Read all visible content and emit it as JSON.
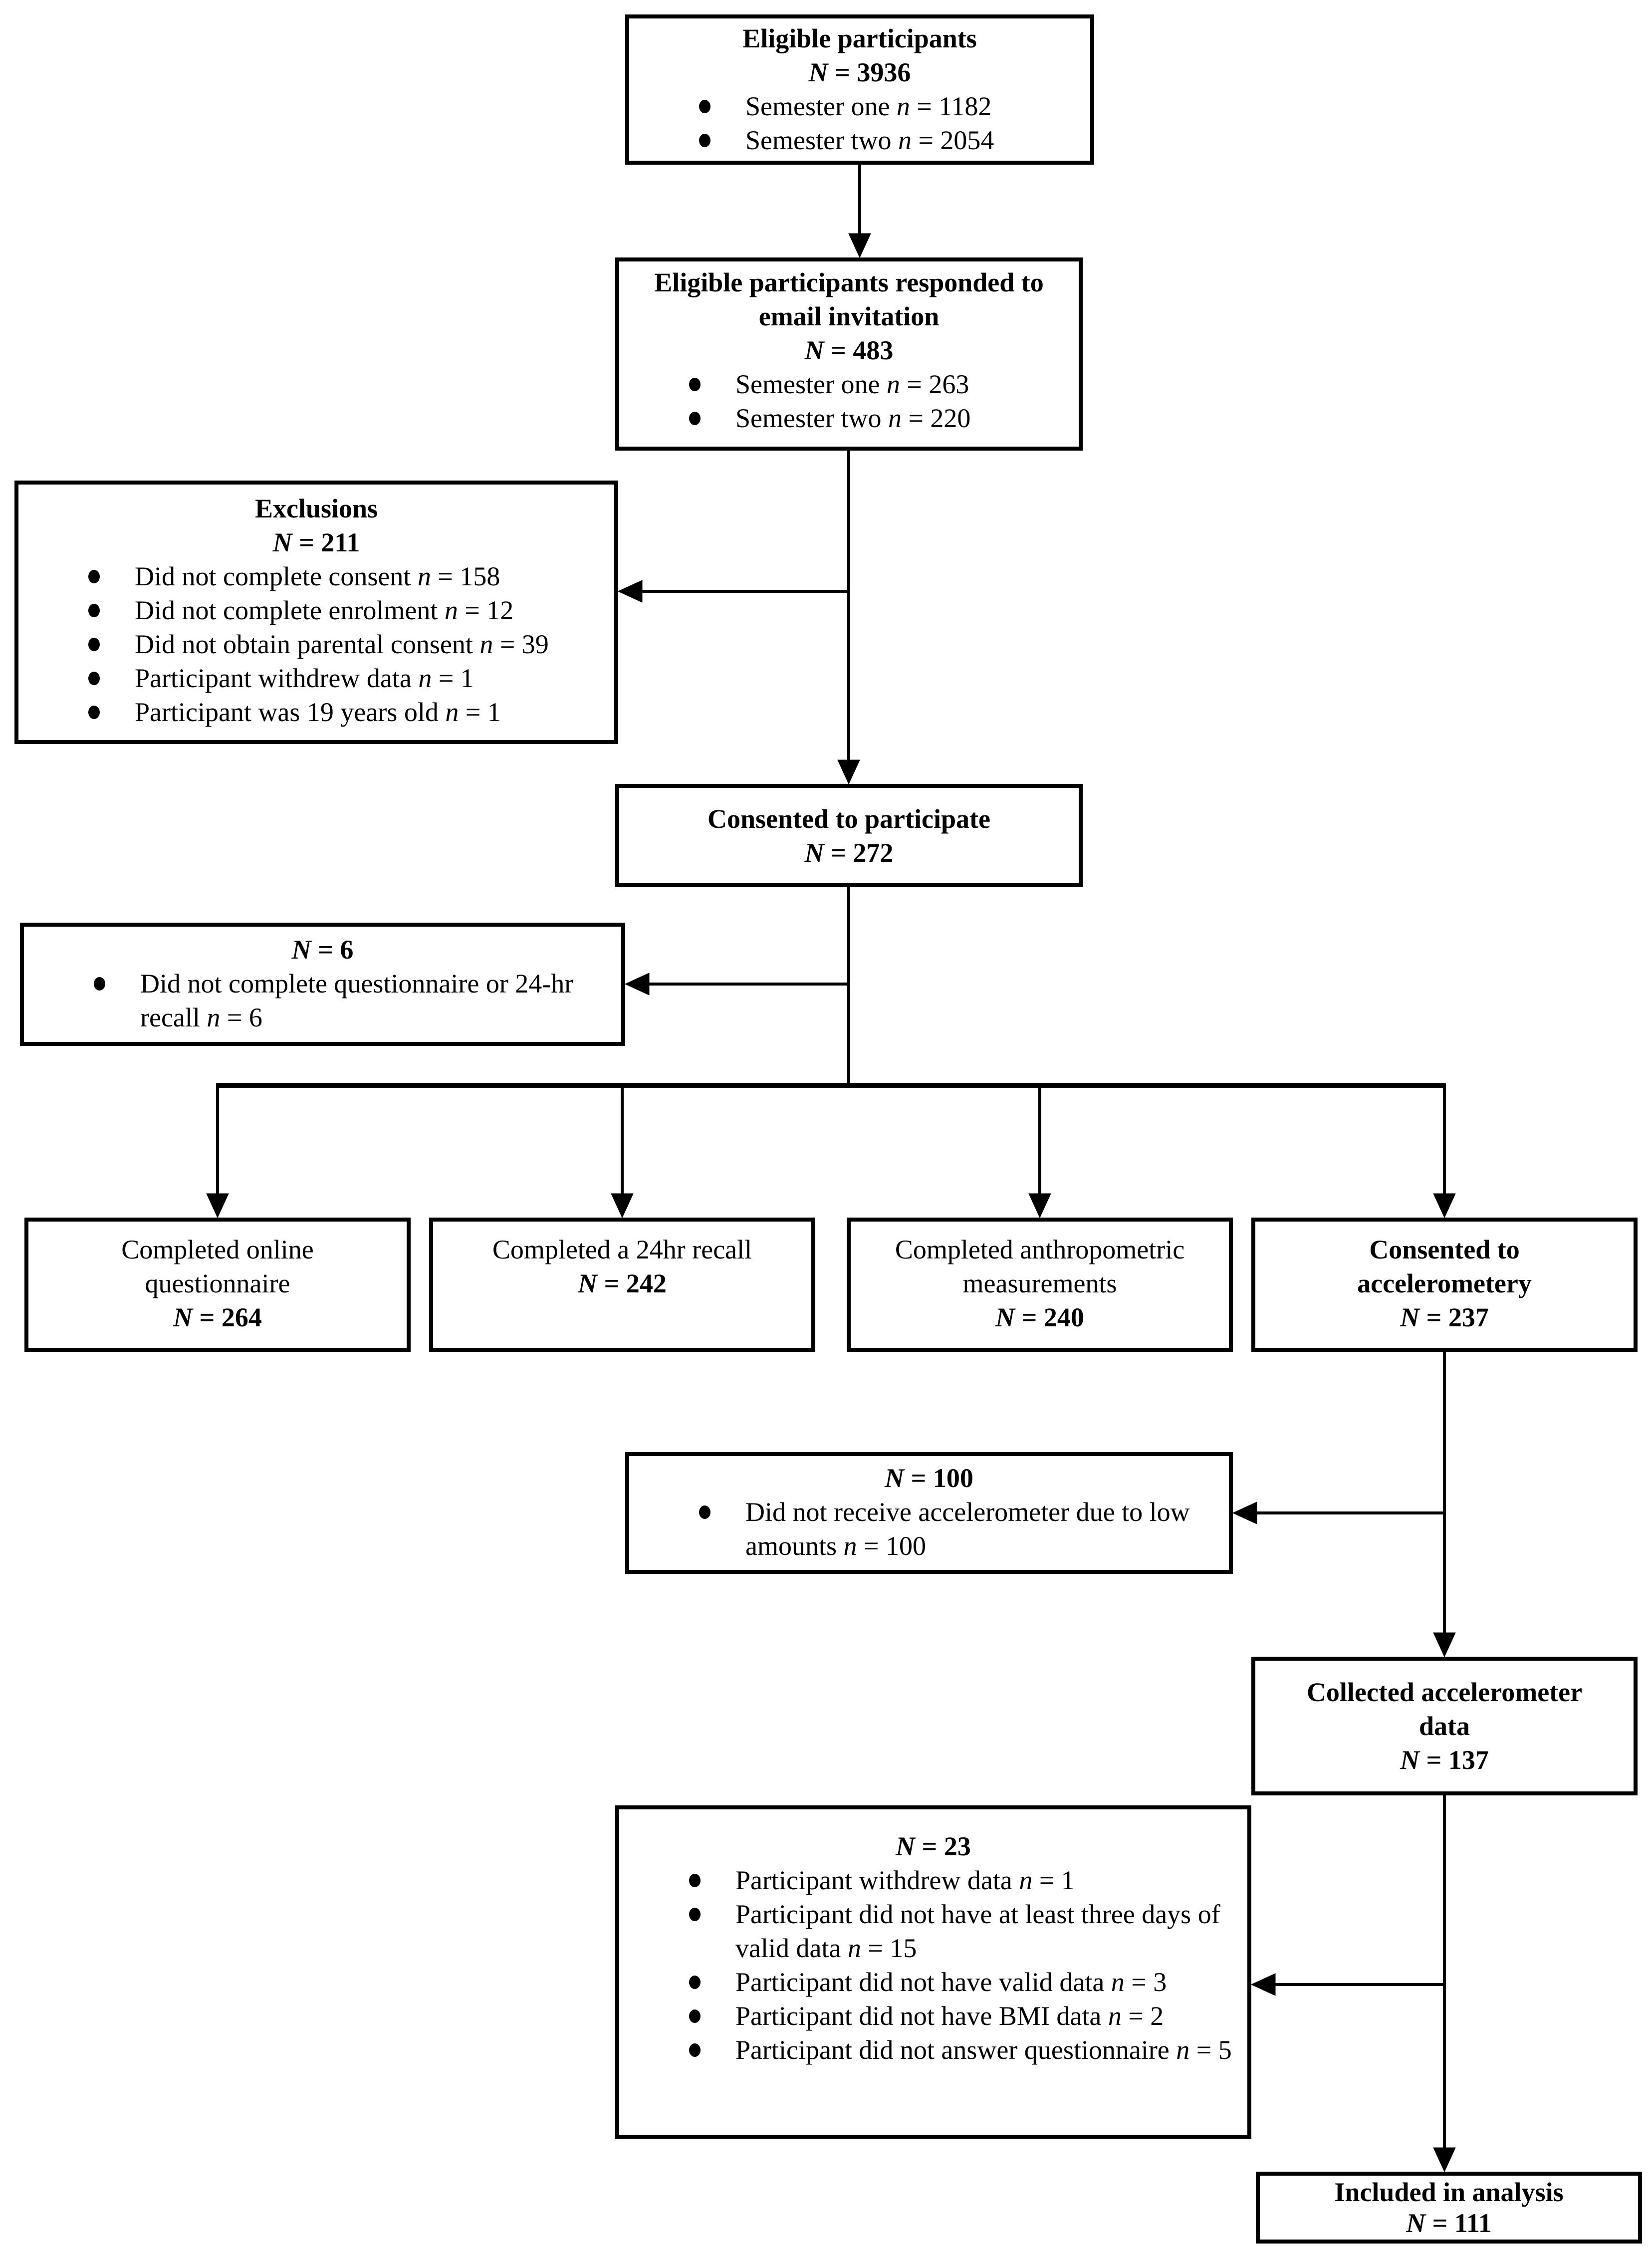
{
  "diagram": {
    "background": "#ffffff",
    "ink": "#000000",
    "boxes": {
      "eligible": {
        "title_lines": [
          "Eligible participants"
        ],
        "n": {
          "sym": "N",
          "val": " = 3936"
        },
        "items": [
          {
            "text": "Semester one ",
            "sym": "n",
            "val": " = 1182"
          },
          {
            "text": "Semester two ",
            "sym": "n",
            "val": " = 2054"
          }
        ]
      },
      "responded": {
        "title_lines": [
          "Eligible participants responded to",
          "email invitation"
        ],
        "n": {
          "sym": "N",
          "val": " = 483"
        },
        "items": [
          {
            "text": "Semester one ",
            "sym": "n",
            "val": " = 263"
          },
          {
            "text": "Semester two ",
            "sym": "n",
            "val": " = 220"
          }
        ]
      },
      "exclusions": {
        "title_lines": [
          "Exclusions"
        ],
        "n": {
          "sym": "N",
          "val": " = 211"
        },
        "items": [
          {
            "text": "Did not complete consent ",
            "sym": "n",
            "val": " = 158"
          },
          {
            "text": "Did not complete enrolment ",
            "sym": "n",
            "val": " = 12"
          },
          {
            "text": "Did not obtain parental consent ",
            "sym": "n",
            "val": " = 39"
          },
          {
            "text": "Participant withdrew data ",
            "sym": "n",
            "val": " = 1"
          },
          {
            "text": "Participant was 19 years old ",
            "sym": "n",
            "val": " = 1"
          }
        ]
      },
      "consented": {
        "title_lines": [
          "Consented to participate"
        ],
        "n": {
          "sym": "N",
          "val": " = 272"
        }
      },
      "not_completed": {
        "n": {
          "sym": "N",
          "val": " = 6"
        },
        "items": [
          {
            "text": "Did not complete questionnaire or 24-hr recall ",
            "sym": "n",
            "val": " = 6"
          }
        ]
      },
      "questionnaire": {
        "title_lines": [
          "Completed online",
          "questionnaire"
        ],
        "n": {
          "sym": "N",
          "val": " = 264"
        }
      },
      "recall": {
        "title_lines": [
          "Completed a 24hr recall"
        ],
        "n": {
          "sym": "N",
          "val": " = 242"
        }
      },
      "anthropometric": {
        "title_lines": [
          "Completed anthropometric",
          "measurements"
        ],
        "n": {
          "sym": "N",
          "val": " = 240"
        }
      },
      "accelerometry_consent": {
        "title_lines": [
          "Consented to",
          "accelerometery"
        ],
        "n": {
          "sym": "N",
          "val": " = 237"
        }
      },
      "no_accelerometer": {
        "n": {
          "sym": "N",
          "val": " = 100"
        },
        "items": [
          {
            "text": "Did not receive accelerometer due to low amounts ",
            "sym": "n",
            "val": " = 100"
          }
        ]
      },
      "collected": {
        "title_lines": [
          "Collected accelerometer",
          "data"
        ],
        "n": {
          "sym": "N",
          "val": " = 137"
        }
      },
      "excluded_accel": {
        "n": {
          "sym": "N",
          "val": " = 23"
        },
        "items": [
          {
            "text": "Participant withdrew data ",
            "sym": "n",
            "val": " = 1"
          },
          {
            "text": "Participant did not have at least three days of valid data ",
            "sym": "n",
            "val": " = 15"
          },
          {
            "text": "Participant did not have valid data ",
            "sym": "n",
            "val": " = 3"
          },
          {
            "text": "Participant did not have BMI data ",
            "sym": "n",
            "val": " = 2"
          },
          {
            "text": "Participant did not answer questionnaire ",
            "sym": "n",
            "val": " = 5"
          }
        ]
      },
      "included": {
        "title_lines": [
          "Included in analysis"
        ],
        "n": {
          "sym": "N",
          "val": " = 111"
        }
      }
    }
  }
}
